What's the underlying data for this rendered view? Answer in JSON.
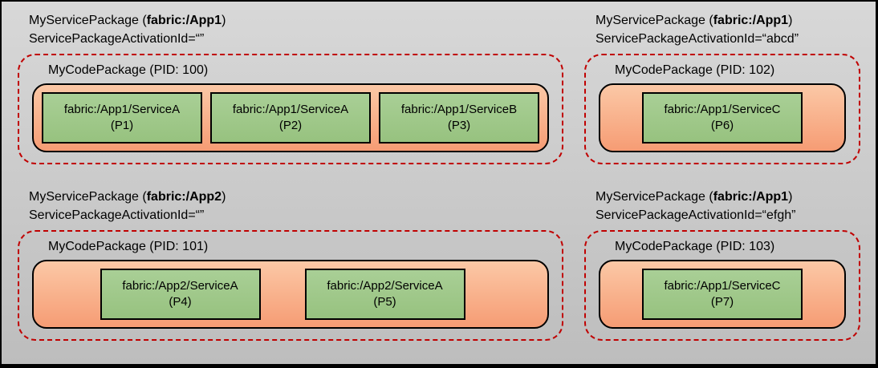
{
  "colors": {
    "bg_top": "#d8d8d8",
    "bg_bottom": "#bdbdbd",
    "dashed_border": "#c00000",
    "code_package_top": "#fbc8a6",
    "code_package_bottom": "#f69c74",
    "service_top": "#a9cf96",
    "service_bottom": "#97c27f",
    "box_border": "#000000"
  },
  "quadrants": [
    {
      "title_prefix": "MyServicePackage (",
      "title_app": "fabric:/App1",
      "title_suffix": ")",
      "activation_line": "ServicePackageActivationId=“”",
      "code_package_label": "MyCodePackage (PID: 100)",
      "services": [
        {
          "uri": "fabric:/App1/ServiceA",
          "replica": "(P1)"
        },
        {
          "uri": "fabric:/App1/ServiceA",
          "replica": "(P2)"
        },
        {
          "uri": "fabric:/App1/ServiceB",
          "replica": "(P3)"
        }
      ]
    },
    {
      "title_prefix": "MyServicePackage (",
      "title_app": "fabric:/App1",
      "title_suffix": ")",
      "activation_line": "ServicePackageActivationId=“abcd”",
      "code_package_label": "MyCodePackage (PID: 102)",
      "services": [
        {
          "uri": "fabric:/App1/ServiceC",
          "replica": "(P6)"
        }
      ]
    },
    {
      "title_prefix": "MyServicePackage (",
      "title_app": "fabric:/App2",
      "title_suffix": ")",
      "activation_line": "ServicePackageActivationId=“”",
      "code_package_label": "MyCodePackage (PID: 101)",
      "services": [
        {
          "uri": "fabric:/App2/ServiceA",
          "replica": "(P4)"
        },
        {
          "uri": "fabric:/App2/ServiceA",
          "replica": "(P5)"
        }
      ]
    },
    {
      "title_prefix": "MyServicePackage (",
      "title_app": "fabric:/App1",
      "title_suffix": ")",
      "activation_line": "ServicePackageActivationId=“efgh”",
      "code_package_label": "MyCodePackage (PID: 103)",
      "services": [
        {
          "uri": "fabric:/App1/ServiceC",
          "replica": "(P7)"
        }
      ]
    }
  ]
}
